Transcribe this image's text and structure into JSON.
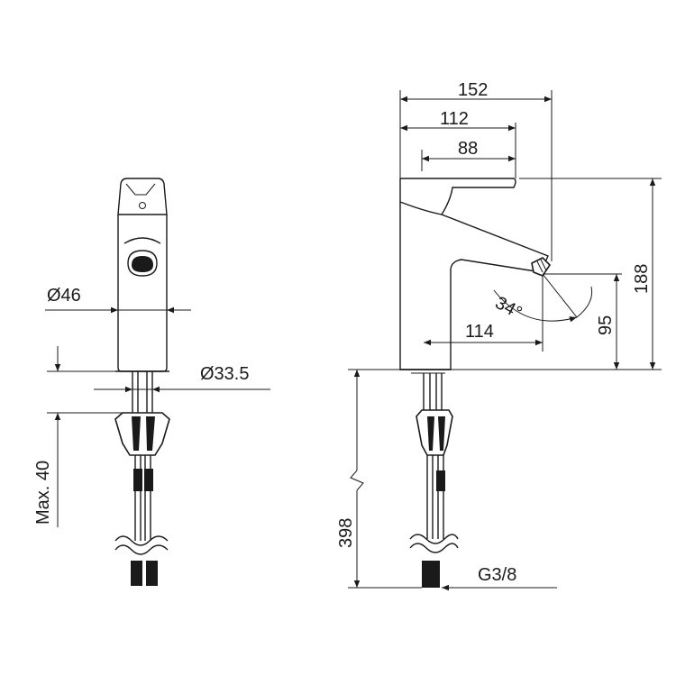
{
  "dimensions": {
    "front": {
      "body_diameter": "Ø46",
      "shank_diameter": "Ø33.5",
      "max_thickness": "Max. 40"
    },
    "side": {
      "overall_length": "152",
      "lever_length": "112",
      "spout_top": "88",
      "spout_reach": "114",
      "total_height": "188",
      "outlet_height": "95",
      "spout_angle": "34°",
      "hose_length": "398",
      "connection_thread": "G3/8"
    }
  },
  "colors": {
    "line": "#1a1a1a",
    "background": "#ffffff"
  }
}
